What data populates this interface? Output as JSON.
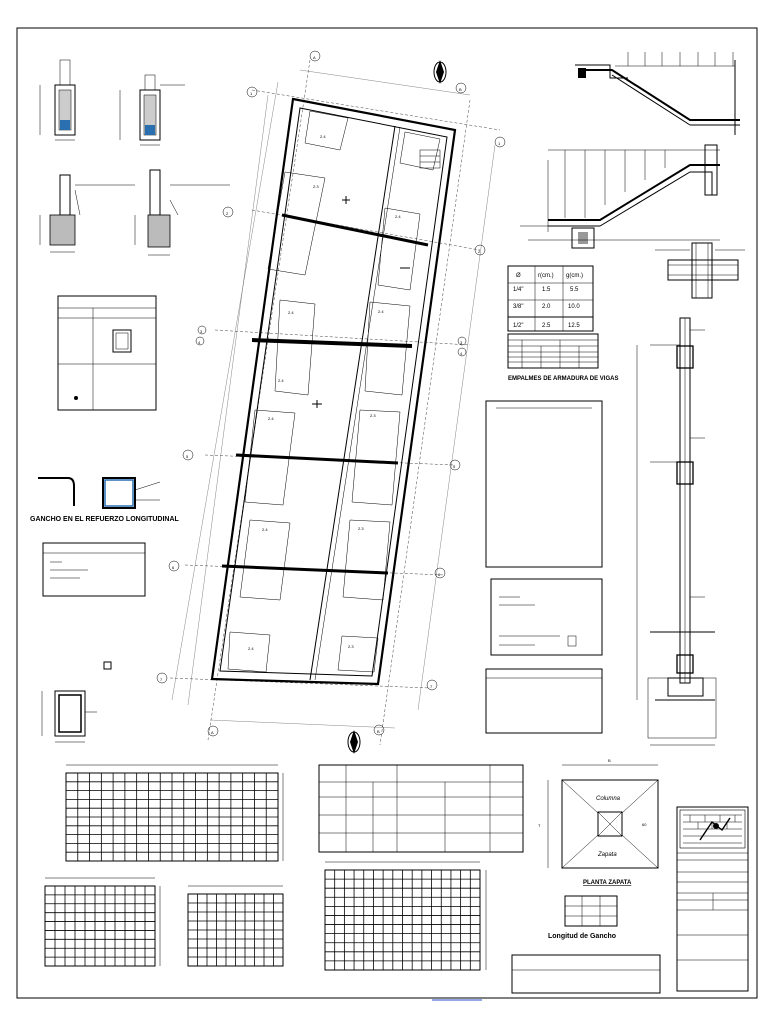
{
  "sheet": {
    "stirrup_hook_title": "GANCHO EN EL REFUERZO LONGITUDINAL",
    "splice_title": "EMPALMES DE ARMADURA DE VIGAS",
    "footing_title": "PLANTA ZAPATA",
    "footing_column_label": "Columna",
    "footing_label": "Zapata",
    "hook_length_title": "Longitud de Gancho",
    "bottom_link": "____________"
  },
  "hook_table": {
    "headers": [
      "Ø",
      "r(cm.)",
      "g(cm.)"
    ],
    "rows": [
      [
        "1/4\"",
        "1.5",
        "5.5"
      ],
      [
        "3/8\"",
        "2.0",
        "10.0"
      ],
      [
        "1/2\"",
        "2.5",
        "12.5"
      ]
    ]
  },
  "plan_axes": {
    "letters": [
      "A",
      "B"
    ],
    "numbers": [
      "1",
      "2",
      "3",
      "4",
      "5",
      "6",
      "7"
    ]
  },
  "slab_tags": [
    "2.4",
    "2.3",
    "2.4",
    "2.4",
    "2.4",
    "2.4",
    "2.4",
    "2.3",
    "2.4",
    "2.3",
    "2.4",
    "2.3"
  ],
  "footing_dims": {
    "top": "B",
    "left": "T",
    "inner": "60"
  }
}
